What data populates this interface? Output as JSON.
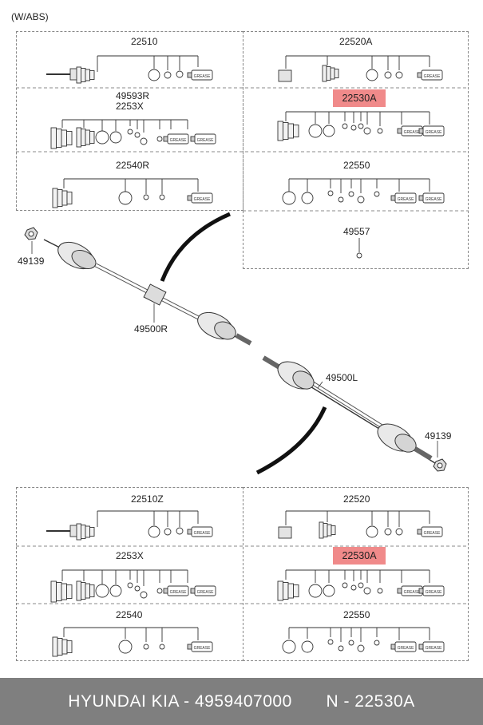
{
  "header_note": "(W/ABS)",
  "top_kits": {
    "k1": "22510",
    "k2": "22520A",
    "k3a": "49593R",
    "k3b": "2253X",
    "k4": "22530A",
    "k5": "22540R",
    "k6": "22550",
    "k7": "49557"
  },
  "shaft_labels": {
    "nut_top": "49139",
    "right_shaft": "49500R",
    "left_shaft": "49500L",
    "nut_bottom": "49139"
  },
  "bottom_kits": {
    "k1": "22510Z",
    "k2": "22520",
    "k3": "2253X",
    "k4": "22530A",
    "k5": "22540",
    "k6": "22550"
  },
  "grease_label": "GREASE",
  "highlight_color": "#f08a8a",
  "footer": {
    "brand": "HYUNDAI  KIA - 4959407000",
    "ref": "N - 22530A"
  }
}
